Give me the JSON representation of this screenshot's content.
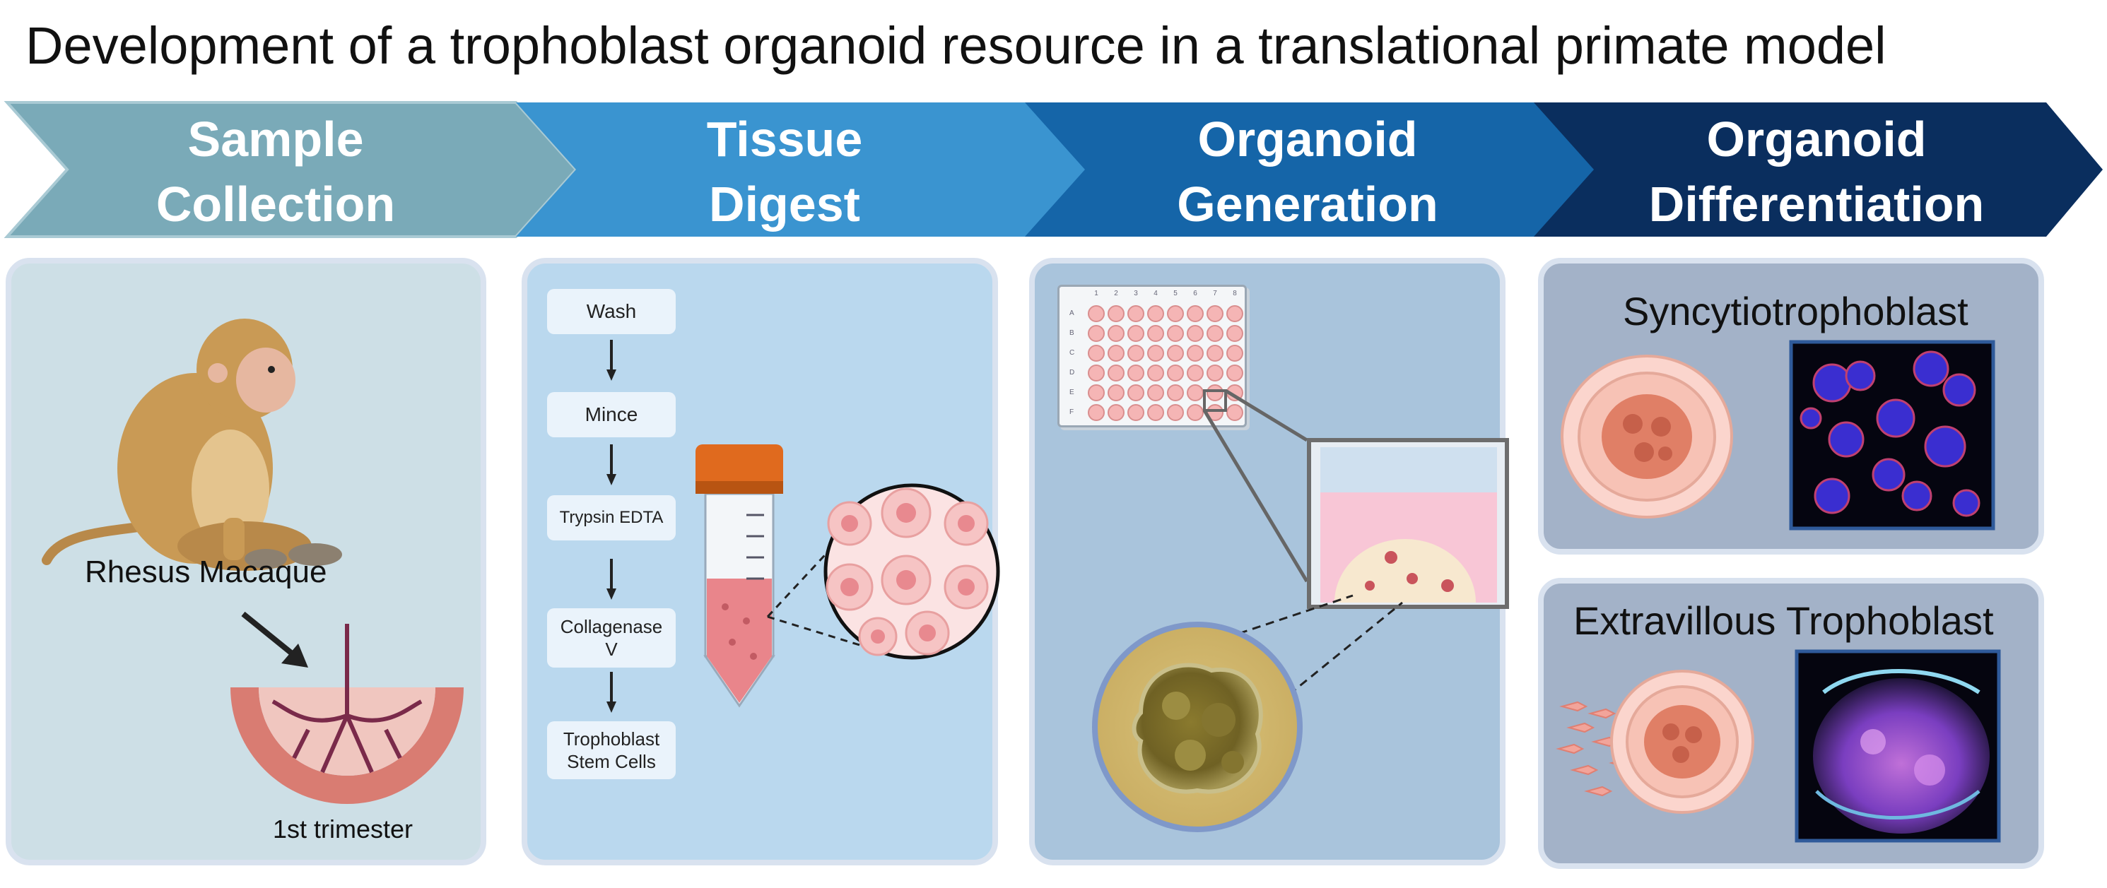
{
  "title": "Development of a trophoblast organoid resource in a translational primate model",
  "stages": [
    {
      "label_line1": "Sample",
      "label_line2": "Collection",
      "color": "#7aaab8"
    },
    {
      "label_line1": "Tissue",
      "label_line2": "Digest",
      "color": "#3a94d0"
    },
    {
      "label_line1": "Organoid",
      "label_line2": "Generation",
      "color": "#1565a8"
    },
    {
      "label_line1": "Organoid",
      "label_line2": "Differentiation",
      "color": "#0a2e5e"
    }
  ],
  "sample_collection": {
    "animal_label": "Rhesus Macaque",
    "placenta_label": "1st trimester"
  },
  "tissue_digest": {
    "steps": [
      "Wash",
      "Mince",
      "Trypsin EDTA",
      "Collagenase V",
      "Trophoblast Stem Cells"
    ]
  },
  "differentiation": {
    "syncytio_label": "Syncytiotrophoblast",
    "extravillous_label": "Extravillous Trophoblast"
  },
  "plate": {
    "column_numbers": [
      "1",
      "2",
      "3",
      "4",
      "5",
      "6",
      "7",
      "8"
    ],
    "row_letters": [
      "A",
      "B",
      "C",
      "D",
      "E",
      "F"
    ]
  },
  "colors": {
    "panel1_bg": "#cddfe6",
    "panel2_bg": "#bad8ee",
    "panel3_bg": "#a9c4dc",
    "panel4_bg": "#a3b2c8",
    "panel_border": "#d9e2ef"
  }
}
